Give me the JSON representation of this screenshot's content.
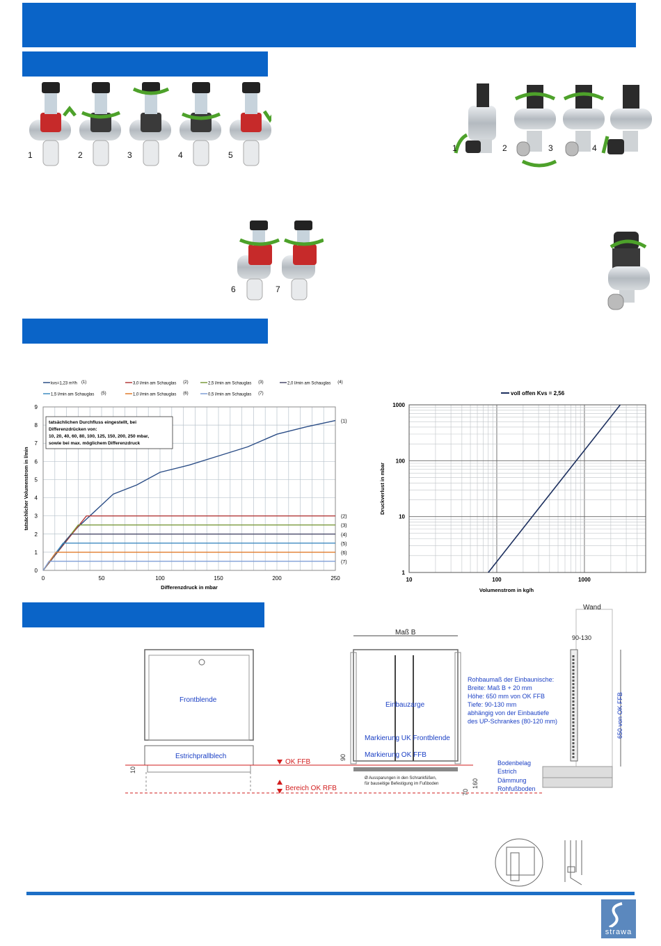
{
  "valves": {
    "group1_labels": [
      "1",
      "2",
      "3",
      "4",
      "5"
    ],
    "group2_labels": [
      "1",
      "2",
      "3",
      "4"
    ],
    "group3_labels": [
      "6",
      "7"
    ]
  },
  "chart_data": [
    {
      "type": "line",
      "xlabel": "Differenzdruck in mbar",
      "ylabel": "tatsächlicher Volumenstrom in l/min",
      "xlim": [
        0,
        250
      ],
      "ylim": [
        0,
        9
      ],
      "xticks": [
        0,
        50,
        100,
        150,
        200,
        250
      ],
      "yticks": [
        0,
        1,
        2,
        3,
        4,
        5,
        6,
        7,
        8,
        9
      ],
      "grid": true,
      "legend_position": "top",
      "annotation": [
        "tatsächlichen Durchfluss eingestellt, bei",
        "Differenzdrücken von:",
        "10, 20, 40, 60, 80, 100, 125, 150, 200, 250 mbar,",
        "sowie bei max. möglichem Differenzdruck"
      ],
      "series": [
        {
          "name": "kvs=1,23 m³/h",
          "tag": "(1)",
          "color": "#2b4d86",
          "x": [
            0,
            10,
            20,
            30,
            40,
            60,
            80,
            100,
            125,
            150,
            175,
            200,
            225,
            250
          ],
          "y": [
            0,
            0.9,
            1.7,
            2.4,
            3.0,
            4.2,
            4.7,
            5.4,
            5.8,
            6.3,
            6.8,
            7.5,
            7.9,
            8.25
          ]
        },
        {
          "name": "3,0 l/min am Schauglas",
          "tag": "(2)",
          "color": "#b33a3a",
          "plateau": 3.0,
          "x_break": 37
        },
        {
          "name": "2,5 l/min am Schauglas",
          "tag": "(3)",
          "color": "#7b9a3c",
          "plateau": 2.5,
          "x_break": 30
        },
        {
          "name": "2,0 l/min am Schauglas",
          "tag": "(4)",
          "color": "#4a4a6a",
          "plateau": 2.0,
          "x_break": 24
        },
        {
          "name": "1,5 l/min am Schauglas",
          "tag": "(5)",
          "color": "#3c8ac0",
          "plateau": 1.5,
          "x_break": 17
        },
        {
          "name": "1,0 l/min am Schauglas",
          "tag": "(6)",
          "color": "#e07a2a",
          "plateau": 1.0,
          "x_break": 11
        },
        {
          "name": "0,5 l/min am Schauglas",
          "tag": "(7)",
          "color": "#7e9ed6",
          "plateau": 0.5,
          "x_break": 5
        }
      ]
    },
    {
      "type": "line",
      "scale": "log-log",
      "xlabel": "Volumenstrom in kg/h",
      "ylabel": "Druckverlust in mbar",
      "xlim": [
        10,
        5000
      ],
      "ylim": [
        1,
        1000
      ],
      "xticks": [
        10,
        100,
        1000
      ],
      "yticks": [
        1,
        10,
        100,
        1000
      ],
      "grid": true,
      "legend_position": "top",
      "series": [
        {
          "name": "voll offen Kvs = 2,56",
          "color": "#1c2f5e",
          "x": [
            80,
            2560
          ],
          "y": [
            1,
            1000
          ]
        }
      ]
    }
  ],
  "drawing": {
    "left": {
      "frontblende": "Frontblende",
      "estrich": "Estrichprallblech",
      "ok_ffb": "OK FFB",
      "bereich": "Bereich OK RFB",
      "dim_10": "10"
    },
    "middle": {
      "mass_b": "Maß B",
      "einbauzarge": "Einbauzarge",
      "mark_uk": "Markierung UK Frontblende",
      "mark_ok": "Markierung OK FFB",
      "dim_90": "90",
      "note1": "Ø Aussparungen in den Schrankfüßen,",
      "note2": "für bauseitige Befestigung im Fußboden",
      "dim_70": "70",
      "dim_160": "160"
    },
    "rohbau": [
      "Rohbaumaß der Einbaunische:",
      "Breite: Maß B + 20 mm",
      "Höhe: 650 mm von OK FFB",
      "Tiefe: 90-130 mm",
      "abhängig von der Einbautiefe",
      "des UP-Schrankes (80-120 mm)"
    ],
    "layers": [
      "Bodenbelag",
      "Estrich",
      "Dämmung",
      "Rohfußboden"
    ],
    "right": {
      "wand": "Wand",
      "dim_depth": "90-130",
      "dim_height": "650 von OK FFB"
    }
  },
  "logo": "strawa",
  "colors": {
    "brand": "#0a64c8",
    "label_blue": "#1a3fc4",
    "red": "#d21c1c"
  }
}
